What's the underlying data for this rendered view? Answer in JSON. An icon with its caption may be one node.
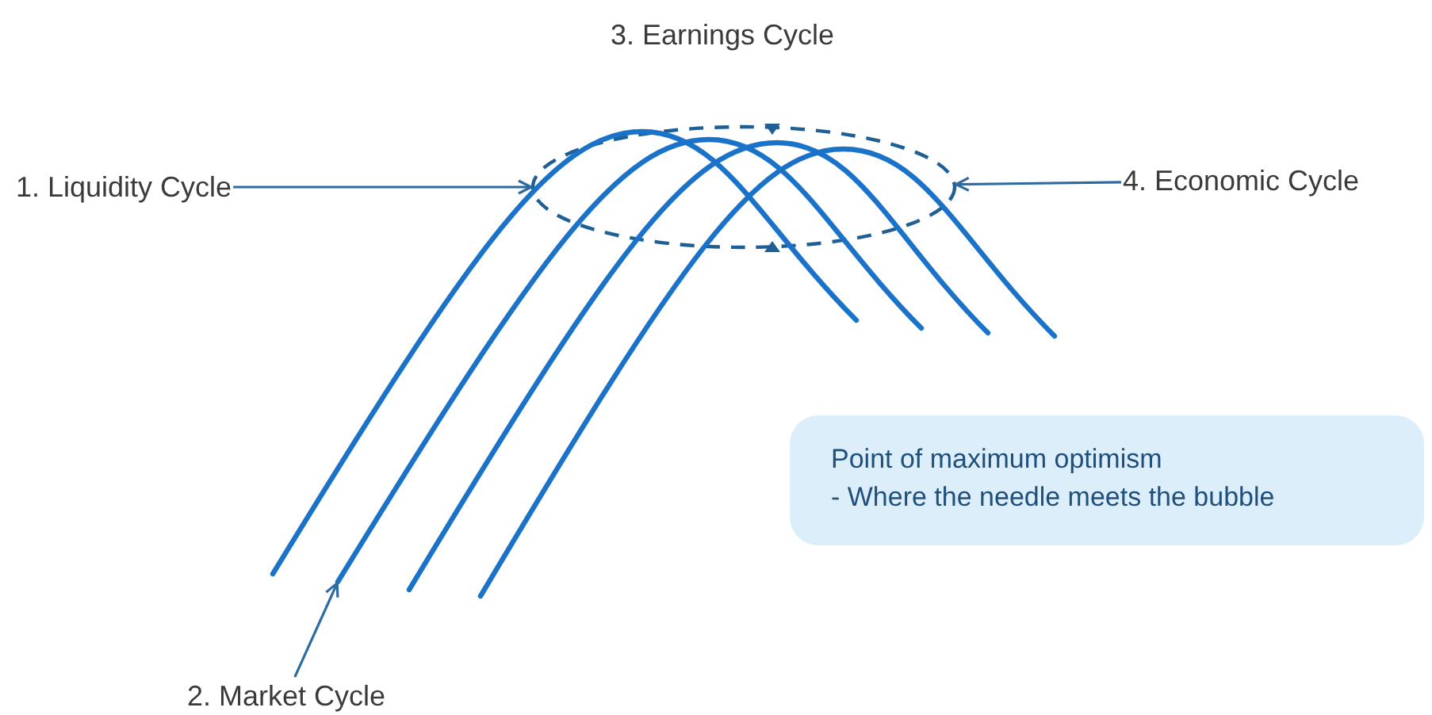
{
  "diagram": {
    "nodes": [
      {
        "text": [
          "1. Liquidity Cycle"
        ]
      },
      {
        "text": [],
        "shape": "ellipse"
      },
      {
        "text": [
          "4. Economic Cycle"
        ]
      },
      {
        "text": [],
        "shape": "curve"
      },
      {
        "text": [],
        "shape": "curve"
      },
      {
        "text": [],
        "shape": "curve"
      },
      {
        "text": [],
        "shape": "curve"
      },
      {
        "text": [
          "Point of maximum optimism",
          "- Where the needle meets the bubble"
        ]
      },
      {
        "text": [
          "2. Market Cycle"
        ]
      }
    ],
    "edges": [
      {
        "from": 0,
        "to": 1,
        "arrow": "to"
      },
      {
        "from": 2,
        "to": 1,
        "arrow": "to"
      },
      {
        "from": 8,
        "to": 4,
        "arrow": "to"
      }
    ],
    "labels": [
      "3. Earnings Cycle"
    ]
  }
}
